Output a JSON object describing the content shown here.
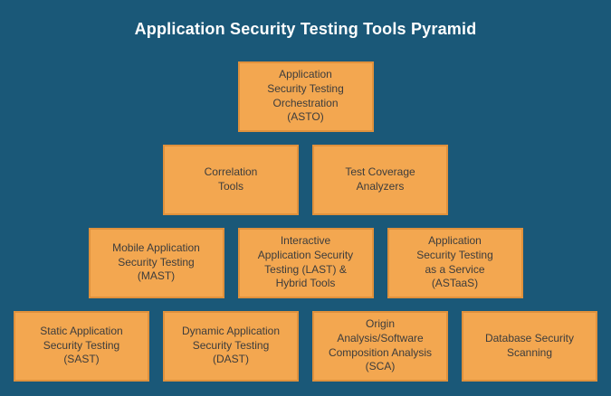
{
  "title": "Application Security Testing Tools Pyramid",
  "colors": {
    "background": "#1A5878",
    "box-fill": "#F3A750",
    "box-border": "#E0913C",
    "box-text": "#3C3C3C",
    "title-text": "#FFFFFF"
  },
  "pyramid": {
    "rows": [
      {
        "boxes": [
          {
            "id": "asto",
            "label": "Application\nSecurity Testing\nOrchestration\n(ASTO)"
          }
        ]
      },
      {
        "boxes": [
          {
            "id": "correlation-tools",
            "label": "Correlation\nTools"
          },
          {
            "id": "test-coverage-analyzers",
            "label": "Test Coverage\nAnalyzers"
          }
        ]
      },
      {
        "boxes": [
          {
            "id": "mast",
            "label": "Mobile Application\nSecurity Testing\n(MAST)"
          },
          {
            "id": "iast-hybrid",
            "label": "Interactive\nApplication Security\nTesting (LAST) &\nHybrid Tools"
          },
          {
            "id": "astaas",
            "label": "Application\nSecurity Testing\nas a Service\n(ASTaaS)"
          }
        ]
      },
      {
        "boxes": [
          {
            "id": "sast",
            "label": "Static Application\nSecurity Testing\n(SAST)"
          },
          {
            "id": "dast",
            "label": "Dynamic Application\nSecurity Testing\n(DAST)"
          },
          {
            "id": "sca",
            "label": "Origin\nAnalysis/Software\nComposition Analysis\n(SCA)"
          },
          {
            "id": "database-security-scanning",
            "label": "Database Security\nScanning"
          }
        ]
      }
    ]
  }
}
